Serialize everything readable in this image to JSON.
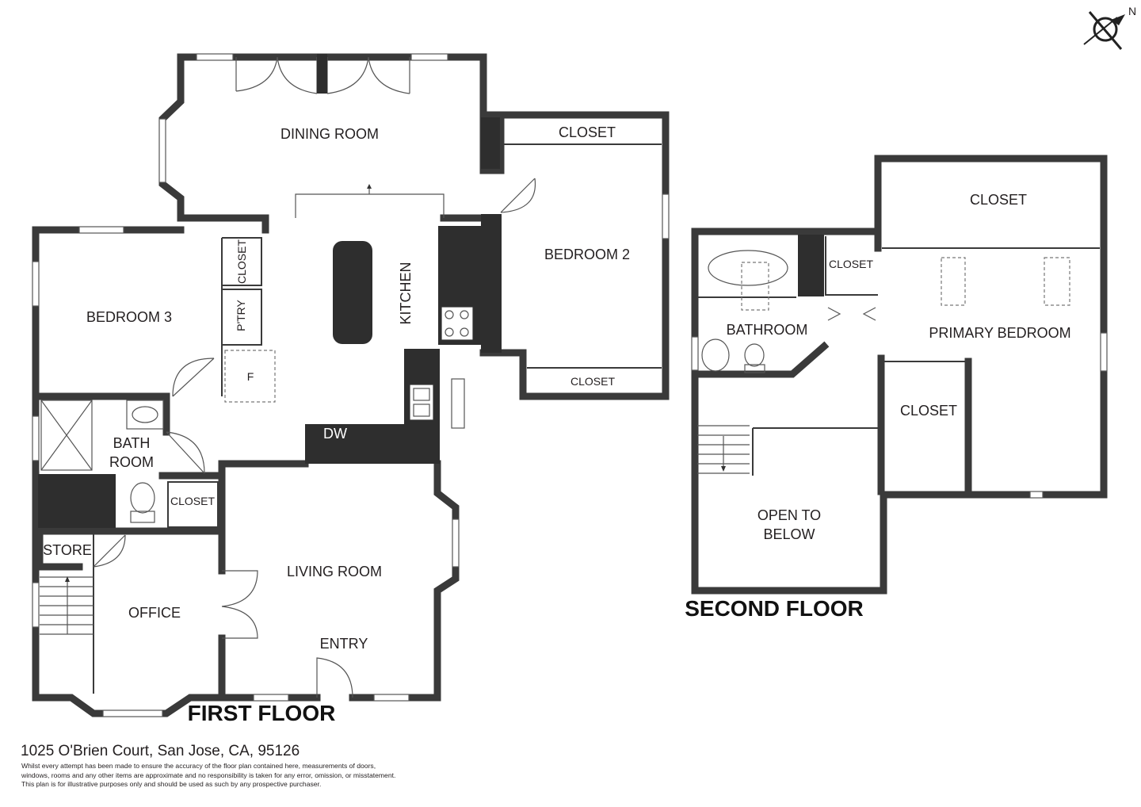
{
  "floors": {
    "first": {
      "title": "FIRST FLOOR",
      "rooms": {
        "dining": "DINING ROOM",
        "closet_b2_top": "CLOSET",
        "bedroom2": "BEDROOM 2",
        "closet_b2_bottom": "CLOSET",
        "bedroom3": "BEDROOM 3",
        "closet_b3": "CLOSET",
        "pantry": "P'TRY",
        "fridge": "F",
        "kitchen": "KITCHEN",
        "dw": "DW",
        "bath_line1": "BATH",
        "bath_line2": "ROOM",
        "closet_hall": "CLOSET",
        "store": "STORE",
        "office": "OFFICE",
        "living": "LIVING ROOM",
        "entry": "ENTRY"
      }
    },
    "second": {
      "title": "SECOND FLOOR",
      "rooms": {
        "closet_top": "CLOSET",
        "closet_bath": "CLOSET",
        "bathroom": "BATHROOM",
        "primary": "PRIMARY BEDROOM",
        "closet_mid": "CLOSET",
        "open_line1": "OPEN TO",
        "open_line2": "BELOW"
      }
    }
  },
  "compass": {
    "label": "N",
    "icon": "north-arrow-icon"
  },
  "footer": {
    "address": "1025 O'Brien Court, San Jose, CA, 95126",
    "disclaimer_lines": [
      "Whilst every attempt has been made to ensure the accuracy of the floor plan contained here, measurements of doors,",
      "windows, rooms and any other items are approximate and no responsibility is taken for any error, omission, or misstatement.",
      "This plan is for illustrative purposes only and should be used as such by any prospective purchaser."
    ]
  },
  "colors": {
    "wall": "#3a3a3a",
    "fill_dark": "#2e2e2e",
    "background": "#ffffff"
  }
}
